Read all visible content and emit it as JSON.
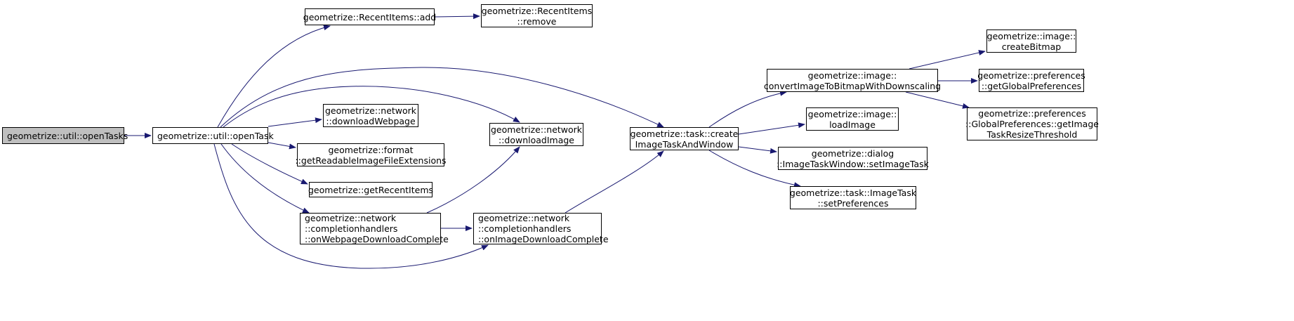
{
  "graph": {
    "nodes": [
      {
        "id": "openTasks",
        "lines": [
          "geometrize::util::openTasks"
        ],
        "focus": true
      },
      {
        "id": "openTask",
        "lines": [
          "geometrize::util::openTask"
        ]
      },
      {
        "id": "recentAdd",
        "lines": [
          "geometrize::RecentItems::add"
        ]
      },
      {
        "id": "recentRemove",
        "lines": [
          "geometrize::RecentItems",
          "::remove"
        ]
      },
      {
        "id": "downloadWebpage",
        "lines": [
          "geometrize::network",
          "::downloadWebpage"
        ]
      },
      {
        "id": "downloadImage",
        "lines": [
          "geometrize::network",
          "::downloadImage"
        ]
      },
      {
        "id": "readableExt",
        "lines": [
          "geometrize::format",
          "::getReadableImageFileExtensions"
        ]
      },
      {
        "id": "getRecentItems",
        "lines": [
          "geometrize::getRecentItems"
        ]
      },
      {
        "id": "onWebpageDone",
        "lines": [
          "geometrize::network",
          "::completionhandlers",
          "::onWebpageDownloadComplete"
        ]
      },
      {
        "id": "onImageDone",
        "lines": [
          "geometrize::network",
          "::completionhandlers",
          "::onImageDownloadComplete"
        ]
      },
      {
        "id": "createTask",
        "lines": [
          "geometrize::task::create",
          "ImageTaskAndWindow"
        ]
      },
      {
        "id": "convertImage",
        "lines": [
          "geometrize::image::",
          "convertImageToBitmapWithDownscaling"
        ]
      },
      {
        "id": "loadImage",
        "lines": [
          "geometrize::image::",
          "loadImage"
        ]
      },
      {
        "id": "setImageTask",
        "lines": [
          "geometrize::dialog",
          "::ImageTaskWindow::setImageTask"
        ]
      },
      {
        "id": "setPreferences",
        "lines": [
          "geometrize::task::ImageTask",
          "::setPreferences"
        ]
      },
      {
        "id": "createBitmap",
        "lines": [
          "geometrize::image::",
          "createBitmap"
        ]
      },
      {
        "id": "getGlobalPrefs",
        "lines": [
          "geometrize::preferences",
          "::getGlobalPreferences"
        ]
      },
      {
        "id": "resizeThreshold",
        "lines": [
          "geometrize::preferences",
          "::GlobalPreferences::getImage",
          "TaskResizeThreshold"
        ]
      }
    ],
    "edges": [
      [
        "openTasks",
        "openTask"
      ],
      [
        "openTask",
        "recentAdd"
      ],
      [
        "recentAdd",
        "recentRemove"
      ],
      [
        "openTask",
        "createTask"
      ],
      [
        "openTask",
        "downloadImage"
      ],
      [
        "openTask",
        "downloadWebpage"
      ],
      [
        "openTask",
        "readableExt"
      ],
      [
        "openTask",
        "getRecentItems"
      ],
      [
        "openTask",
        "onWebpageDone"
      ],
      [
        "openTask",
        "onImageDone"
      ],
      [
        "onWebpageDone",
        "downloadImage"
      ],
      [
        "onWebpageDone",
        "onImageDone"
      ],
      [
        "onImageDone",
        "createTask"
      ],
      [
        "createTask",
        "convertImage"
      ],
      [
        "createTask",
        "loadImage"
      ],
      [
        "createTask",
        "setImageTask"
      ],
      [
        "createTask",
        "setPreferences"
      ],
      [
        "convertImage",
        "createBitmap"
      ],
      [
        "convertImage",
        "getGlobalPrefs"
      ],
      [
        "convertImage",
        "resizeThreshold"
      ]
    ],
    "colors": {
      "edge": "#191970",
      "node_border": "#000000",
      "focus_fill": "#bfbfbf"
    }
  }
}
